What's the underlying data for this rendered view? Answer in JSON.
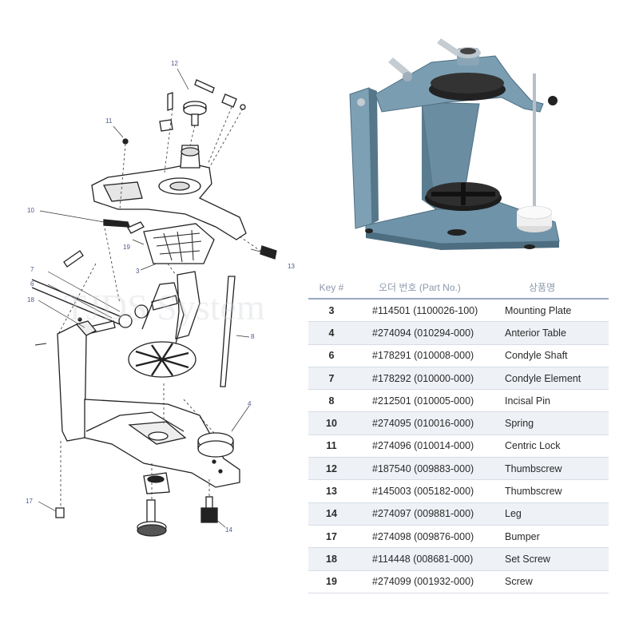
{
  "table": {
    "headers": [
      "Key #",
      "오더 번호 (Part No.)",
      "상품명"
    ],
    "rows": [
      {
        "key": "3",
        "part": "#114501 (1100026-100)",
        "name": "Mounting Plate"
      },
      {
        "key": "4",
        "part": "#274094 (010294-000)",
        "name": "Anterior Table"
      },
      {
        "key": "6",
        "part": "#178291 (010008-000)",
        "name": "Condyle Shaft"
      },
      {
        "key": "7",
        "part": "#178292 (010000-000)",
        "name": "Condyle Element"
      },
      {
        "key": "8",
        "part": "#212501 (010005-000)",
        "name": "Incisal Pin"
      },
      {
        "key": "10",
        "part": "#274095 (010016-000)",
        "name": "Spring"
      },
      {
        "key": "11",
        "part": "#274096 (010014-000)",
        "name": "Centric Lock"
      },
      {
        "key": "12",
        "part": "#187540 (009883-000)",
        "name": "Thumbscrew"
      },
      {
        "key": "13",
        "part": "#145003 (005182-000)",
        "name": "Thumbscrew"
      },
      {
        "key": "14",
        "part": "#274097 (009881-000)",
        "name": "Leg"
      },
      {
        "key": "17",
        "part": "#274098 (009876-000)",
        "name": "Bumper"
      },
      {
        "key": "18",
        "part": "#114448 (008681-000)",
        "name": "Set Screw"
      },
      {
        "key": "19",
        "part": "#274099 (001932-000)",
        "name": "Screw"
      }
    ]
  },
  "callouts": [
    "12",
    "11",
    "10",
    "19",
    "3",
    "13",
    "7",
    "6",
    "18",
    "8",
    "4",
    "17",
    "14"
  ],
  "watermark": "TJDS System",
  "colors": {
    "header_text": "#8c99ad",
    "header_rule": "#9aa9c2",
    "row_alt": "#eef1f6",
    "device_blue": "#6f93a8",
    "device_dark": "#222222"
  }
}
